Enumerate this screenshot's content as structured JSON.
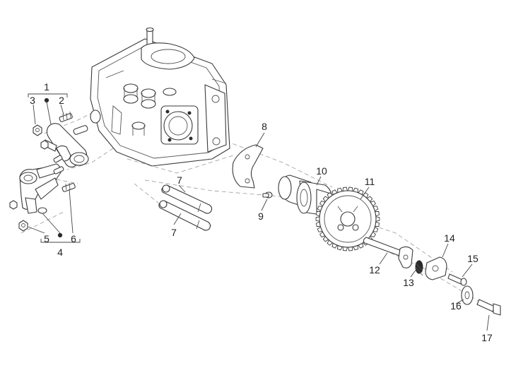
{
  "callouts": {
    "c1": "1",
    "c2": "2",
    "c3": "3",
    "c4": "4",
    "c5": "5",
    "c6": "6",
    "c7a": "7",
    "c7b": "7",
    "c8": "8",
    "c9": "9",
    "c10": "10",
    "c11": "11",
    "c12": "12",
    "c13": "13",
    "c14": "14",
    "c15": "15",
    "c16": "16",
    "c17": "17"
  },
  "colors": {
    "line": "#3a3a3a",
    "dashed_guide": "#9a9a9a",
    "background": "#ffffff"
  }
}
